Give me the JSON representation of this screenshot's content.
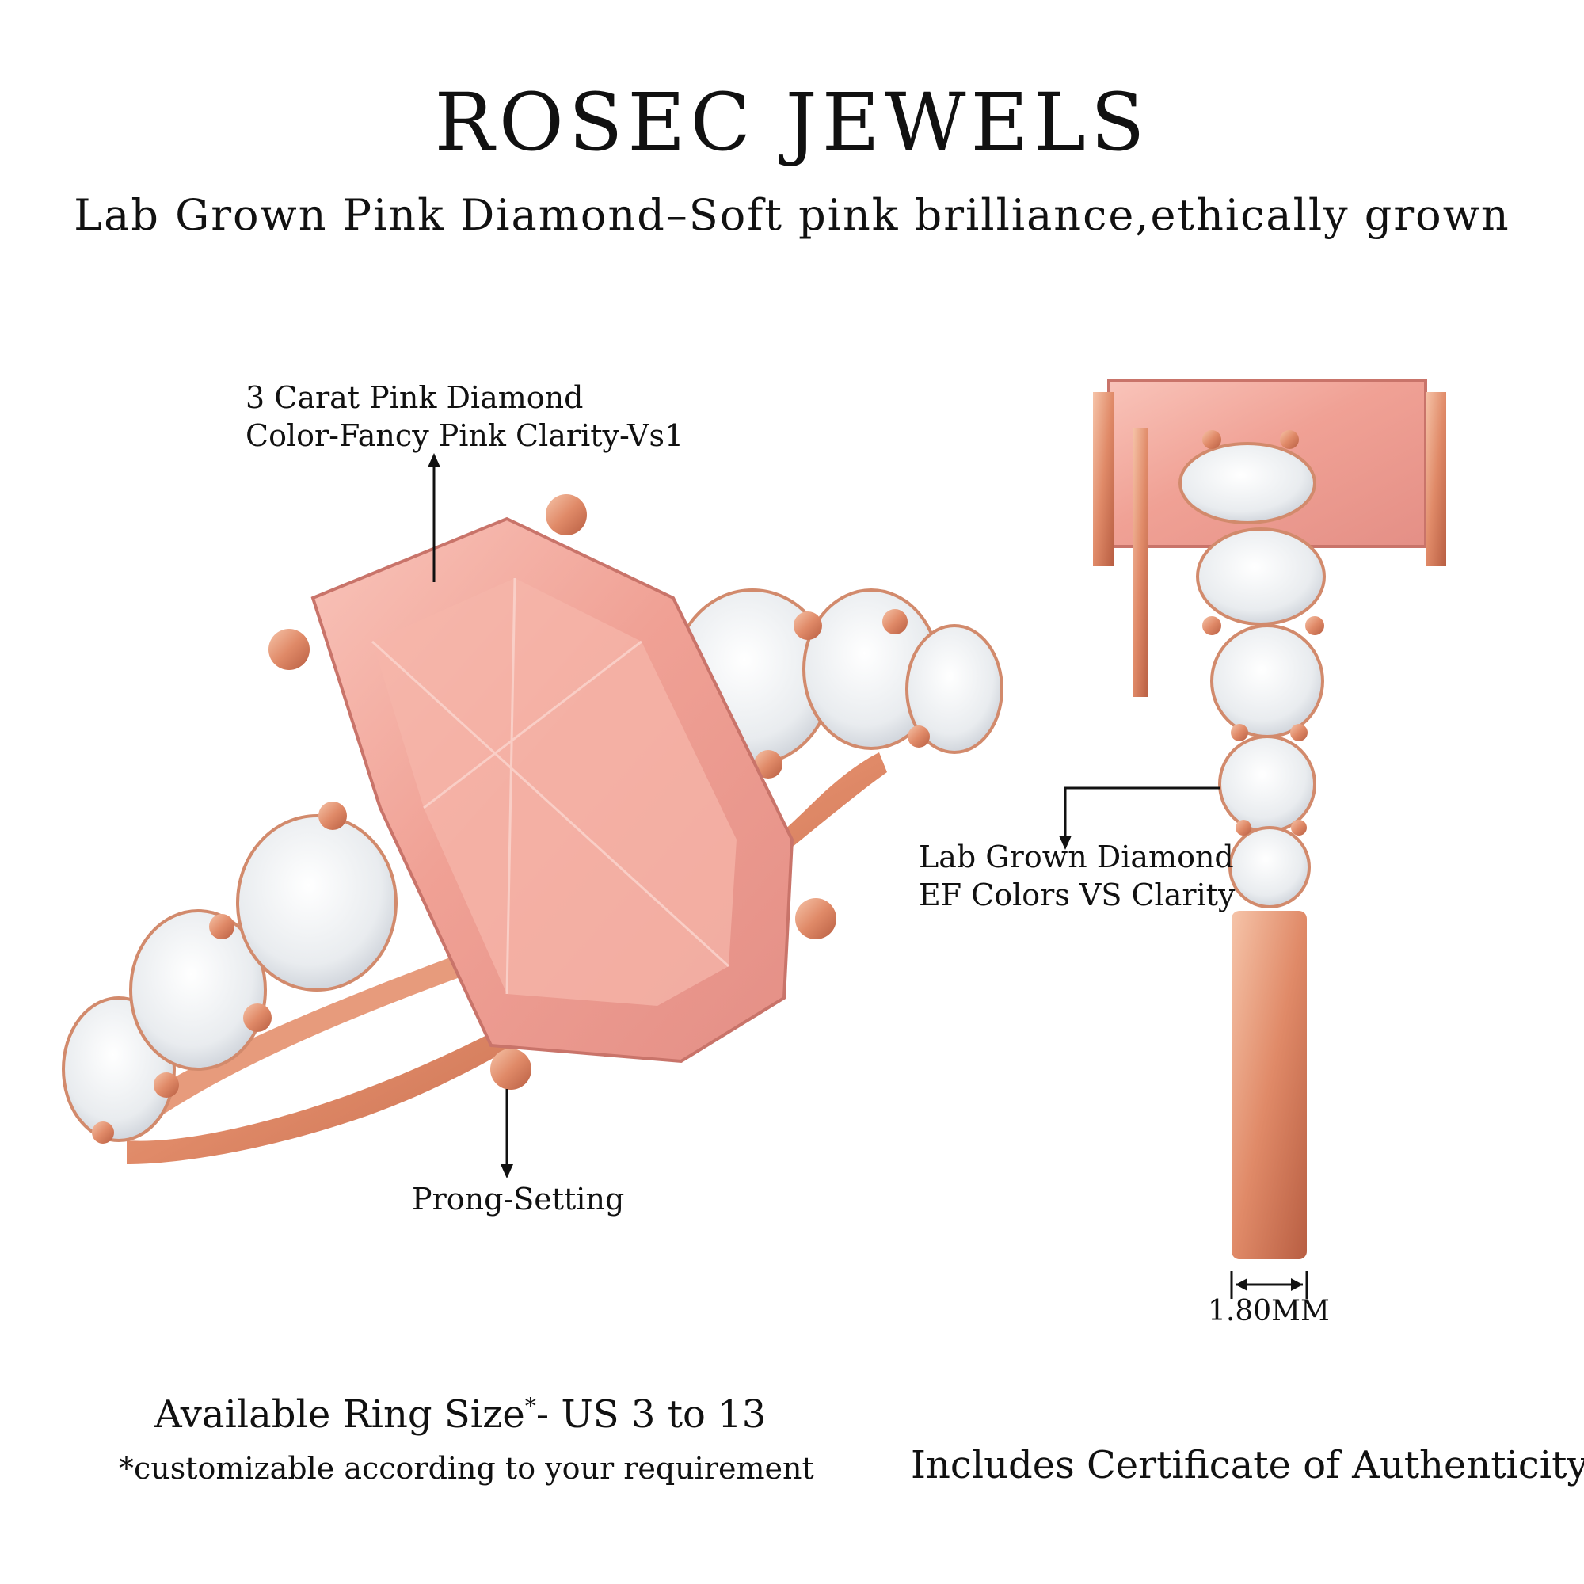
{
  "brand": "ROSEC JEWELS",
  "tagline": "Lab Grown Pink Diamond–Soft pink brilliance,ethically grown",
  "annotations": {
    "center_stone": [
      "3 Carat Pink Diamond",
      "Color-Fancy Pink Clarity-Vs1"
    ],
    "side_stones": [
      "Lab Grown Diamond",
      "EF Colors VS Clarity"
    ],
    "setting": "Prong-Setting",
    "band_width": "1.80MM"
  },
  "footer": {
    "ring_size_prefix": "Available Ring Size",
    "ring_size_mark": "*",
    "ring_size_suffix": "- US 3 to 13",
    "ring_size_note": "*customizable according to your requirement",
    "certificate": "Includes Certificate of Authenticity"
  },
  "colors": {
    "rose_gold": "#e6a184",
    "rose_gold_dark": "#b86a4e",
    "pink_diamond": "#f2a79a",
    "white_diamond": "#eef0f3"
  }
}
